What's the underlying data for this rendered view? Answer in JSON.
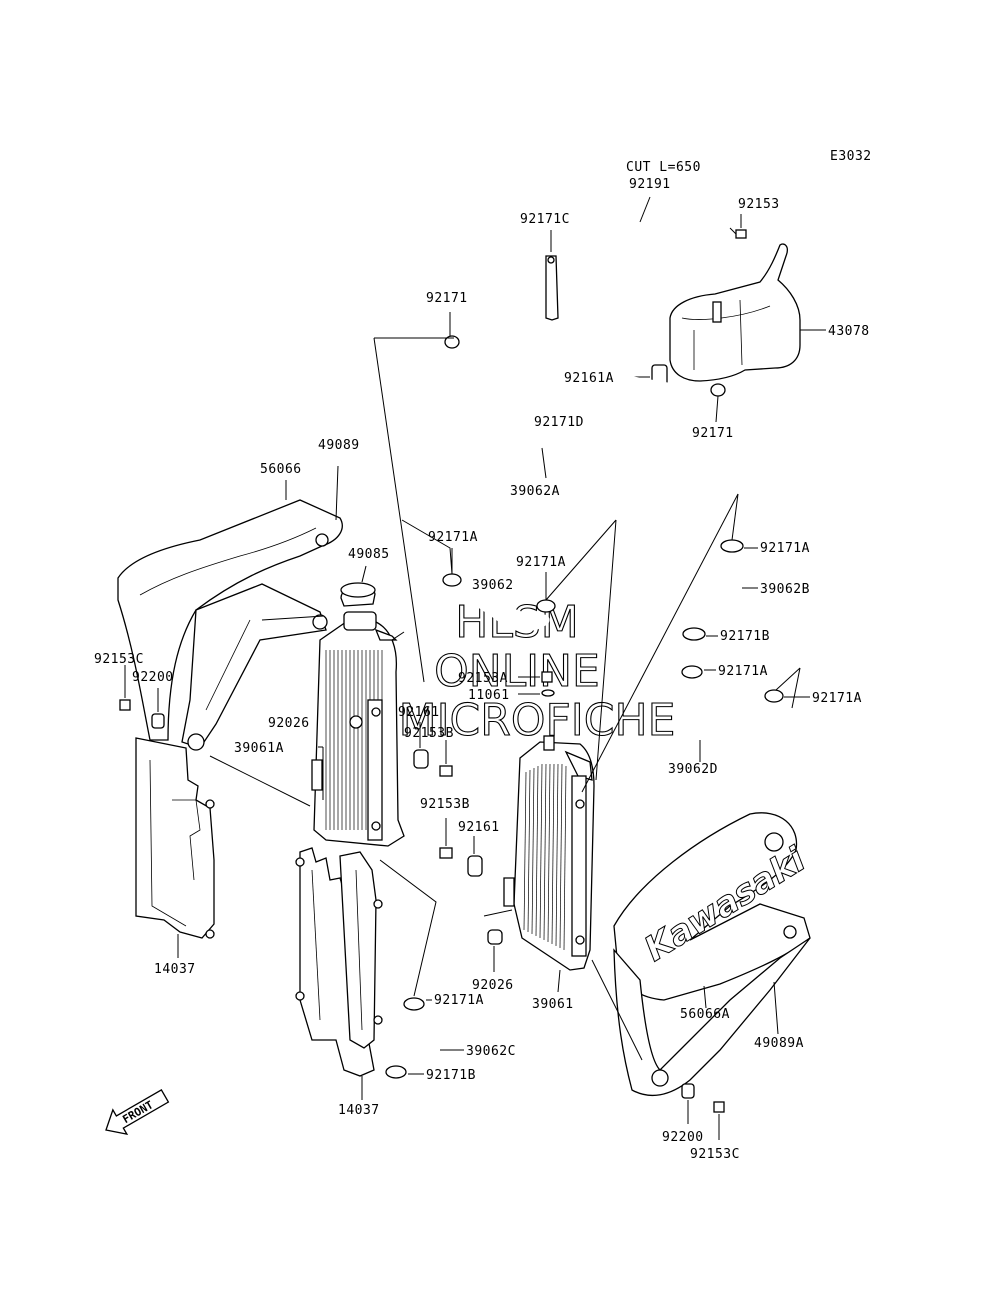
{
  "diagram_code": "E3032",
  "watermark": [
    "HLSM",
    "ONLINE",
    "MICROFICHE"
  ],
  "front_label": "FRONT",
  "brand_text": "Kawasaki",
  "labels": {
    "cut": "CUT L=650",
    "p92191": "92191",
    "p92171C": "92171C",
    "p92153_top": "92153",
    "p92171_top": "92171",
    "p43078": "43078",
    "p92161A": "92161A",
    "p92171D": "92171D",
    "p92171_right": "92171",
    "p39062A": "39062A",
    "p49089": "49089",
    "p56066": "56066",
    "p49085": "49085",
    "p92171A_a": "92171A",
    "p39062": "39062",
    "p92171A_b": "92171A",
    "p92171A_c": "92171A",
    "p39062B": "39062B",
    "p92171B_a": "92171B",
    "p92171A_d": "92171A",
    "p92171A_e": "92171A",
    "p39062D": "39062D",
    "p92153C_left": "92153C",
    "p92200_left": "92200",
    "p92026_left": "92026",
    "p39061A": "39061A",
    "p92161_left": "92161",
    "p92153B_left": "92153B",
    "p92153A": "92153A",
    "p11061": "11061",
    "p92153B_mid": "92153B",
    "p92161_mid": "92161",
    "p92026_mid": "92026",
    "p39061": "39061",
    "p56066A": "56066A",
    "p49089A": "49089A",
    "p14037_left": "14037",
    "p14037_mid": "14037",
    "p92171A_f": "92171A",
    "p39062C": "39062C",
    "p92171B_b": "92171B",
    "p92200_bottom": "92200",
    "p92153C_bottom": "92153C"
  }
}
